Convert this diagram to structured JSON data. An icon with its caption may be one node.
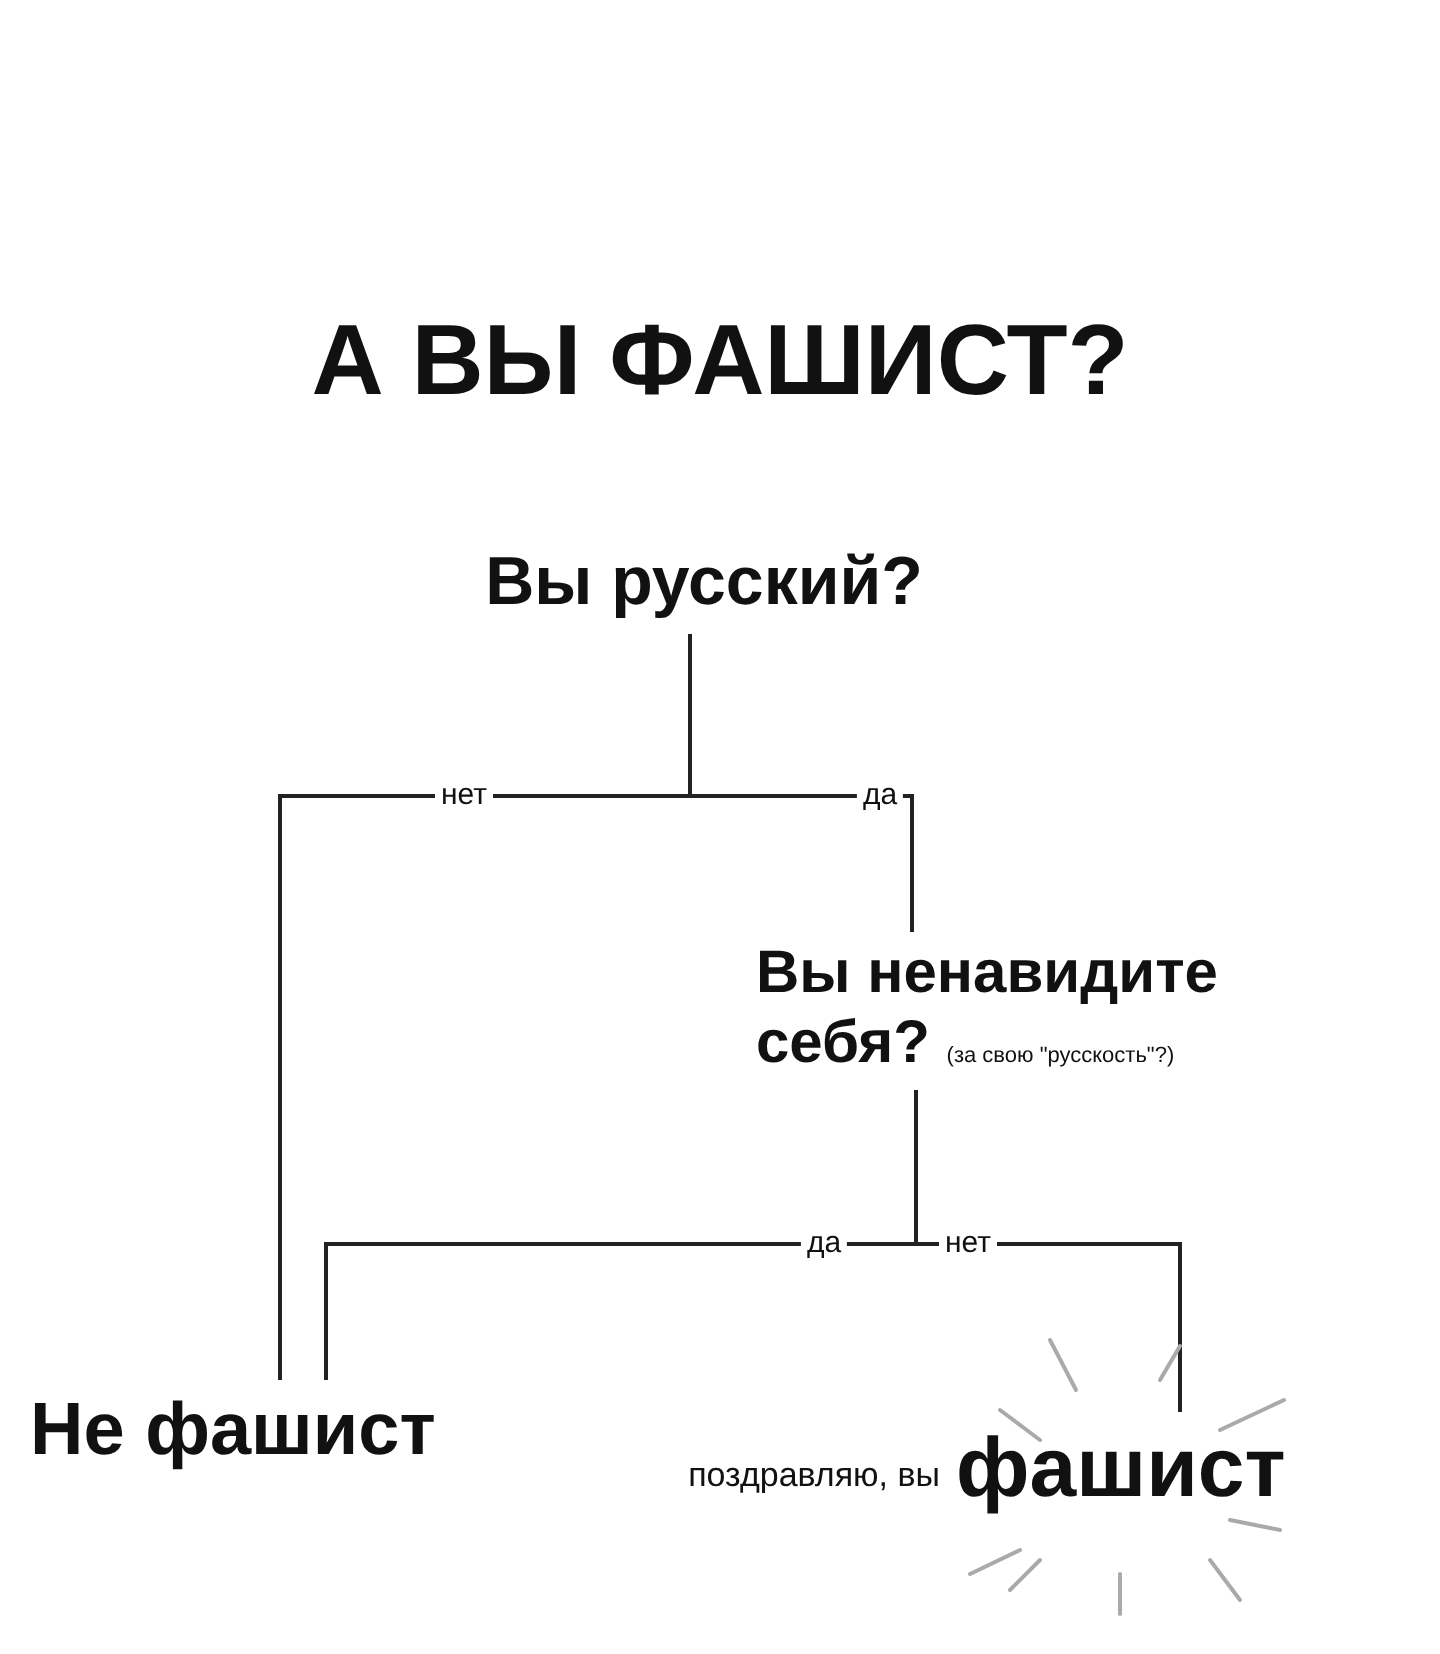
{
  "diagram": {
    "title": "А ВЫ ФАШИСТ?",
    "nodes": [
      {
        "text": [
          "Вы русский?"
        ]
      },
      {
        "text": [
          "Вы ненавидите себя?"
        ],
        "beside": [
          "(за свою \"русскость\"?)"
        ]
      },
      {
        "text": [
          "Не фашист"
        ]
      },
      {
        "text": [
          "фашист"
        ],
        "beside": [
          "поздравляю, вы"
        ]
      }
    ],
    "edges": [
      {
        "from": 0,
        "to": 2,
        "arrow": "none",
        "label": "нет"
      },
      {
        "from": 0,
        "to": 1,
        "arrow": "none",
        "label": "да"
      },
      {
        "from": 1,
        "to": 2,
        "arrow": "none",
        "label": "да"
      },
      {
        "from": 1,
        "to": 3,
        "arrow": "none",
        "label": "нет"
      }
    ]
  }
}
